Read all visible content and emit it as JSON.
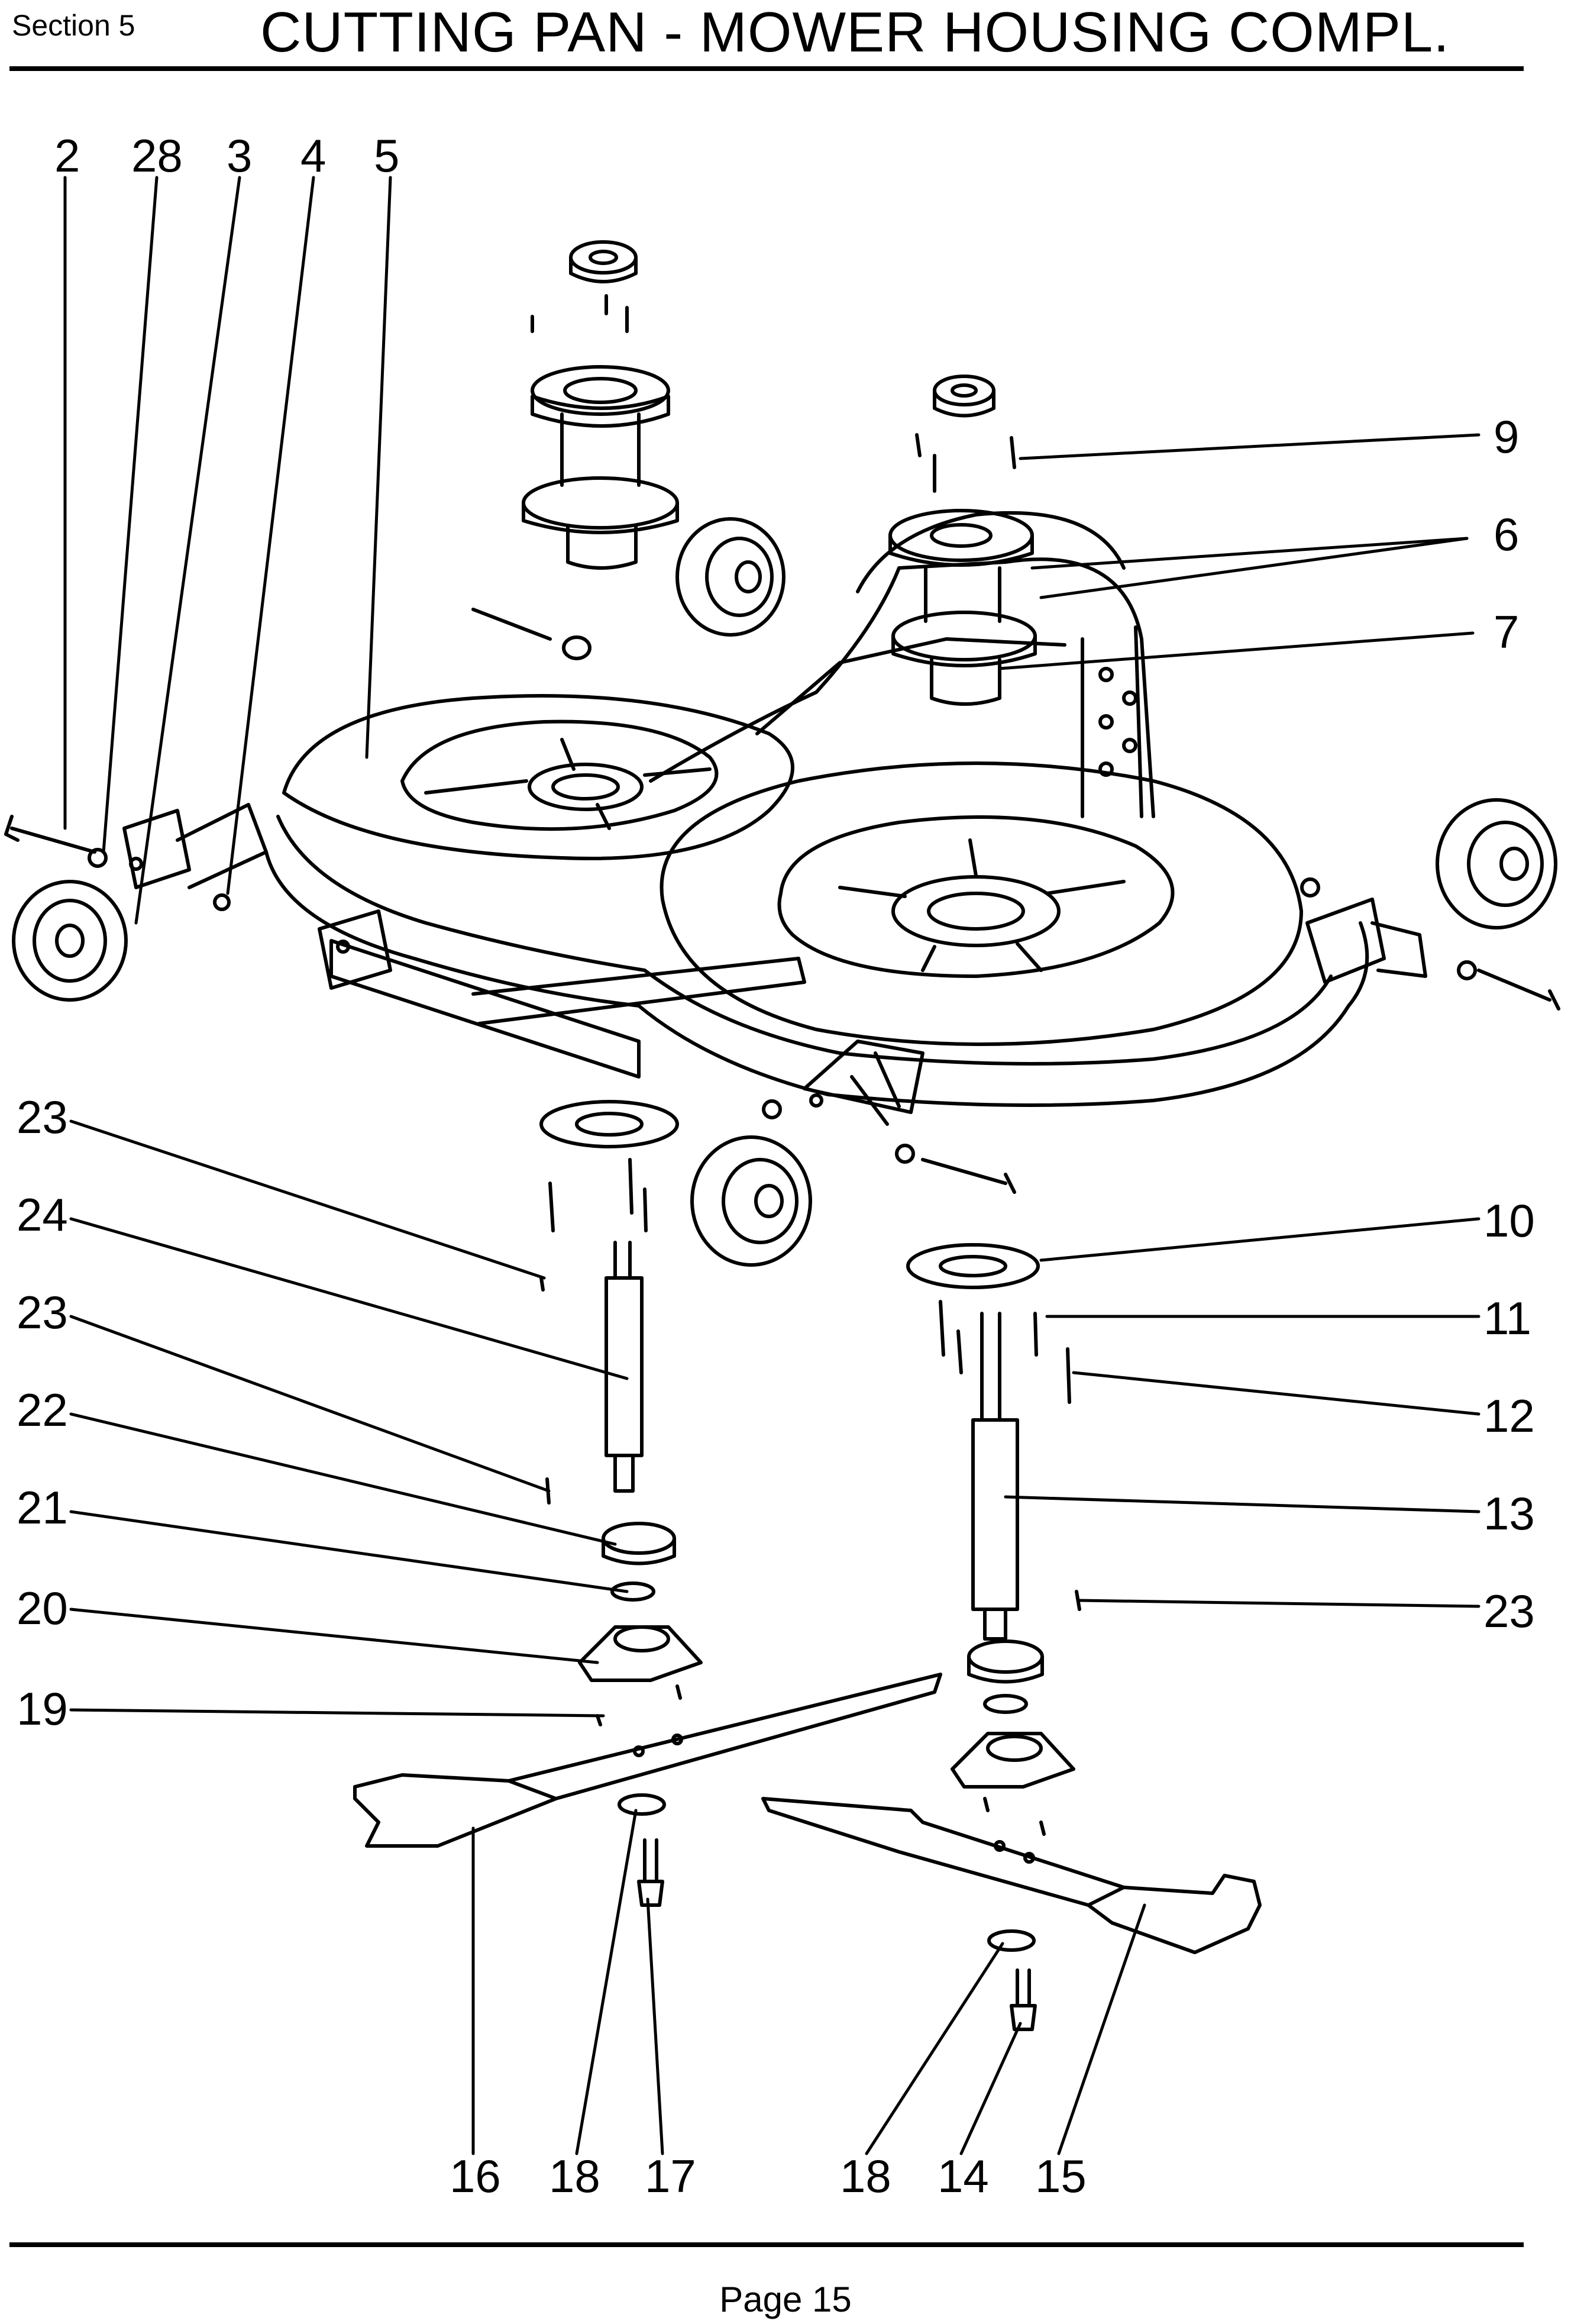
{
  "header": {
    "section": "Section 5",
    "title": "CUTTING PAN - MOWER HOUSING COMPL."
  },
  "footer": {
    "page": "Page 15"
  },
  "callouts": {
    "c2": "2",
    "c28": "28",
    "c3": "3",
    "c4": "4",
    "c5": "5",
    "c9": "9",
    "c6": "6",
    "c7": "7",
    "c10": "10",
    "c11": "11",
    "c12": "12",
    "c13": "13",
    "c23r": "23",
    "c23a": "23",
    "c24": "24",
    "c23b": "23",
    "c22": "22",
    "c21": "21",
    "c20": "20",
    "c19": "19",
    "c16": "16",
    "c18a": "18",
    "c17": "17",
    "c18b": "18",
    "c14": "14",
    "c15": "15"
  }
}
